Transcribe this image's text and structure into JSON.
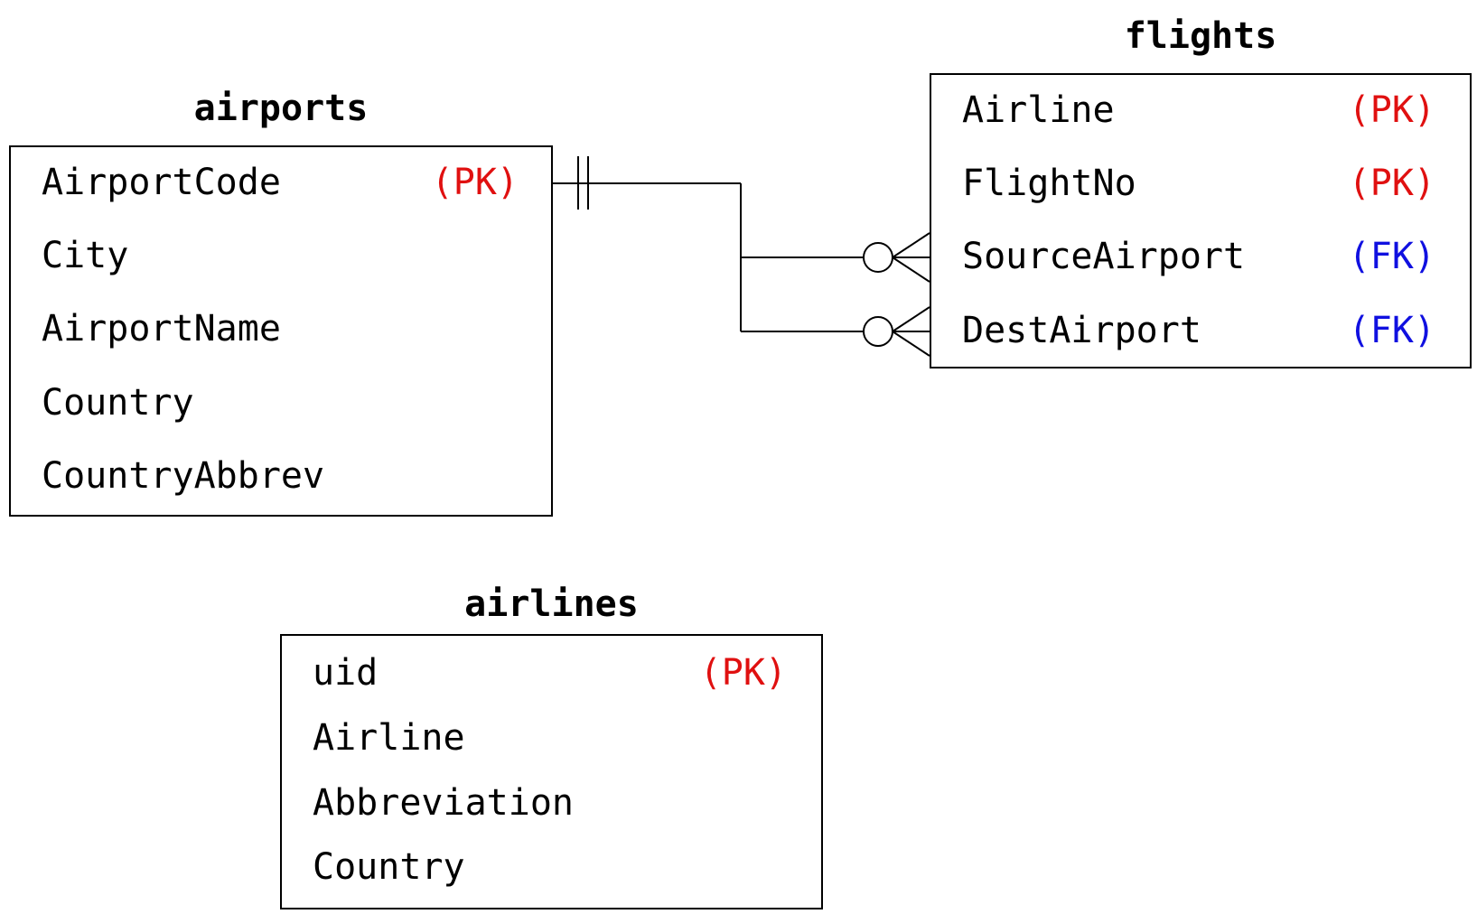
{
  "colors": {
    "primary_key": "#e01010",
    "foreign_key": "#1010e0",
    "line": "#000000"
  },
  "tables": {
    "airports": {
      "name": "airports",
      "fields": [
        {
          "name": "AirportCode",
          "key": "(PK)"
        },
        {
          "name": "City",
          "key": ""
        },
        {
          "name": "AirportName",
          "key": ""
        },
        {
          "name": "Country",
          "key": ""
        },
        {
          "name": "CountryAbbrev",
          "key": ""
        }
      ]
    },
    "flights": {
      "name": "flights",
      "fields": [
        {
          "name": "Airline",
          "key": "(PK)"
        },
        {
          "name": "FlightNo",
          "key": "(PK)"
        },
        {
          "name": "SourceAirport",
          "key": "(FK)"
        },
        {
          "name": "DestAirport",
          "key": "(FK)"
        }
      ]
    },
    "airlines": {
      "name": "airlines",
      "fields": [
        {
          "name": "uid",
          "key": "(PK)"
        },
        {
          "name": "Airline",
          "key": ""
        },
        {
          "name": "Abbreviation",
          "key": ""
        },
        {
          "name": "Country",
          "key": ""
        }
      ]
    }
  },
  "relationships": [
    {
      "from": "airports.AirportCode",
      "from_cardinality": "exactly-one",
      "to": "flights.SourceAirport",
      "to_cardinality": "zero-or-many"
    },
    {
      "from": "airports.AirportCode",
      "from_cardinality": "exactly-one",
      "to": "flights.DestAirport",
      "to_cardinality": "zero-or-many"
    }
  ]
}
